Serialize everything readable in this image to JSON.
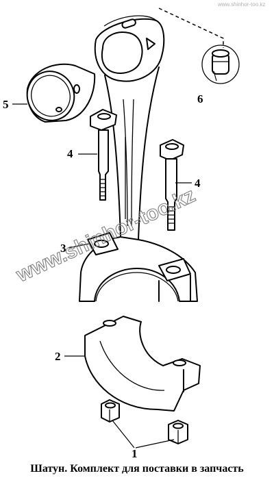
{
  "caption": "Шатун. Комплект для  поставки в запчасть",
  "watermark": "www.shinhor-too.kz",
  "corner_url": "www.shinhor-too.kz",
  "callouts": [
    "1",
    "2",
    "3",
    "4",
    "4",
    "5",
    "6"
  ]
}
